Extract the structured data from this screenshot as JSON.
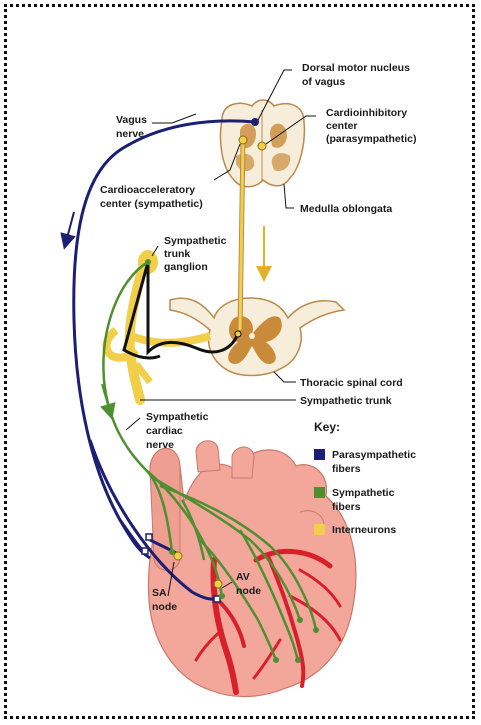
{
  "labels": {
    "dorsal_motor_1": "Dorsal motor nucleus",
    "dorsal_motor_2": "of vagus",
    "cardioinhib_1": "Cardioinhibitory",
    "cardioinhib_2": "center",
    "cardioinhib_3": "(parasympathetic)",
    "vagus_1": "Vagus",
    "vagus_2": "nerve",
    "cardioaccel_1": "Cardioacceleratory",
    "cardioaccel_2": "center (sympathetic)",
    "medulla": "Medulla oblongata",
    "symp_trunk_ganglion_1": "Sympathetic",
    "symp_trunk_ganglion_2": "trunk",
    "symp_trunk_ganglion_3": "ganglion",
    "thoracic": "Thoracic spinal cord",
    "symp_trunk": "Sympathetic trunk",
    "symp_cardiac_1": "Sympathetic",
    "symp_cardiac_2": "cardiac",
    "symp_cardiac_3": "nerve",
    "sa_1": "SA",
    "sa_2": "node",
    "av_1": "AV",
    "av_2": "node"
  },
  "key": {
    "title": "Key:",
    "items": [
      {
        "label_1": "Parasympathetic",
        "label_2": "fibers",
        "color": "#1c1f73"
      },
      {
        "label_1": "Sympathetic",
        "label_2": "fibers",
        "color": "#4e8f2f"
      },
      {
        "label_1": "Interneurons",
        "label_2": "",
        "color": "#f2cf4a"
      }
    ]
  },
  "colors": {
    "parasympathetic": "#1c1f73",
    "sympathetic": "#4e8f2f",
    "interneuron": "#f2cf4a",
    "heart": "#f2a79a",
    "vessel": "#d8202c",
    "spinal_gray": "#c98a3a",
    "spinal_white": "#f6eedb"
  }
}
